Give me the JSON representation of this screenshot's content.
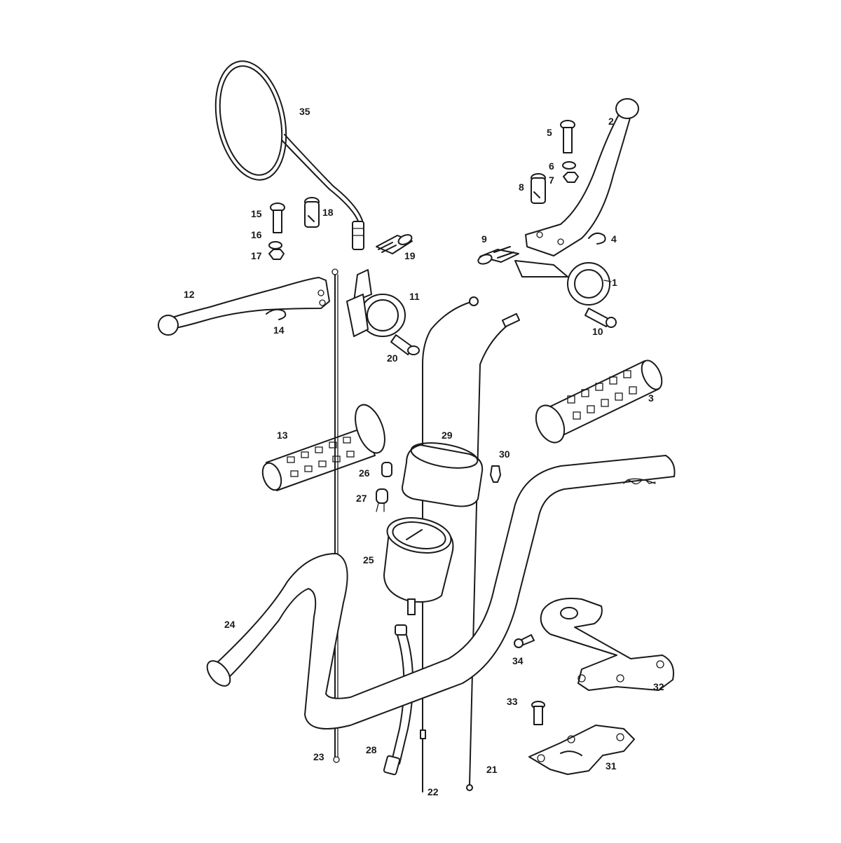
{
  "labels": {
    "1": "1",
    "2": "2",
    "3": "3",
    "4": "4",
    "5": "5",
    "6": "6",
    "7": "7",
    "8": "8",
    "9": "9",
    "10": "10",
    "11": "11",
    "12": "12",
    "13": "13",
    "14": "14",
    "15": "15",
    "16": "16",
    "17": "17",
    "18": "18",
    "19": "19",
    "20": "20",
    "21": "21",
    "22": "22",
    "23": "23",
    "24": "24",
    "25": "25",
    "26": "26",
    "27": "27",
    "28": "28",
    "29": "29",
    "30": "30",
    "31": "31",
    "32": "32",
    "33": "33",
    "34": "34",
    "35": "35"
  }
}
